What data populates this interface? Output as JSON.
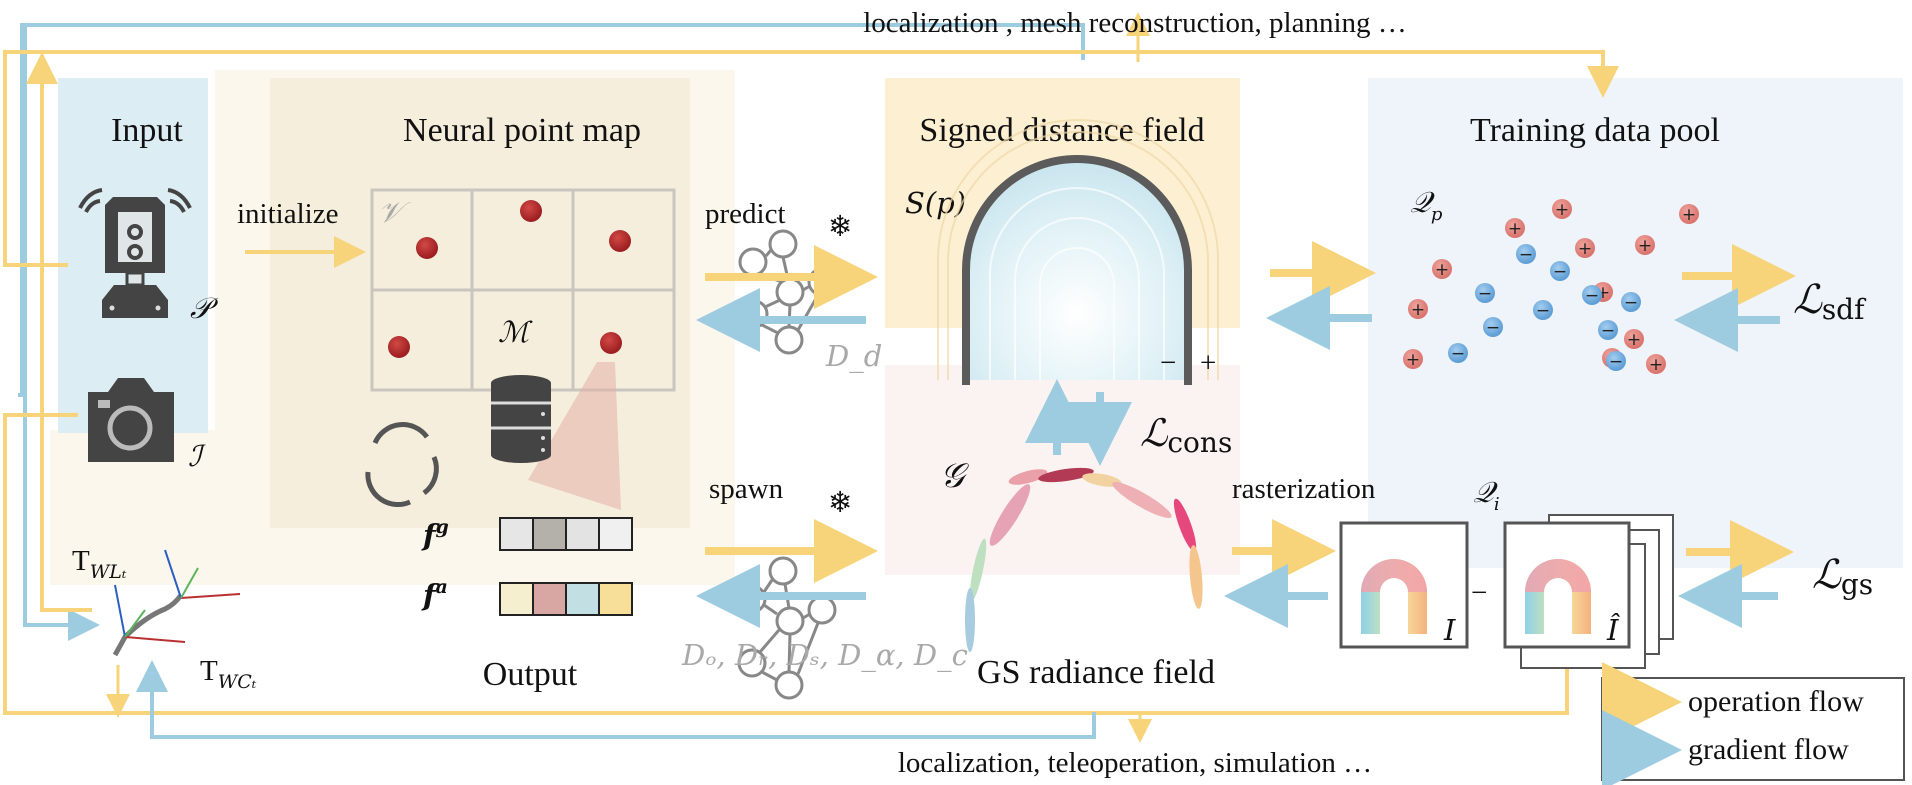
{
  "colors": {
    "operation_flow": "#f7d37a",
    "gradient_flow": "#9dcbe0",
    "input_panel": "#dcedf4",
    "map_panel": "#f6eedc",
    "sdf_panel": "#fdf0d2",
    "gs_panel": "#fbf3f1",
    "pool_panel": "#eef4f9",
    "neural_point": "#b02a2a",
    "positive_sample": "#e08a84",
    "negative_sample": "#7eb4e2",
    "icon_dark": "#444444"
  },
  "top_outputs": "localization , mesh reconstruction, planning …",
  "bottom_outputs": "localization, teleoperation, simulation …",
  "input": {
    "title": "Input",
    "lidar_symbol": "𝒫",
    "camera_symbol": "ℐ",
    "pose_lidar": "T",
    "pose_lidar_sub": "WLₜ",
    "pose_camera": "T",
    "pose_camera_sub": "WCₜ"
  },
  "neural_point_map": {
    "title": "Neural point map",
    "initialize_label": "initialize",
    "voxel_symbol": "𝒱",
    "map_symbol": "ℳ",
    "feature_geometric": "f",
    "feature_geometric_sup": "g",
    "feature_appearance": "f",
    "feature_appearance_sup": "a",
    "feature_g_cells": [
      "#e6e6e6",
      "#b4b0aa",
      "#e3e3e3",
      "#f0f0f0"
    ],
    "feature_a_cells": [
      "#f6efcf",
      "#d8a7a3",
      "#c2dfe3",
      "#f7df99"
    ],
    "output_label": "Output"
  },
  "decoders": {
    "predict_label": "predict",
    "sdf_decoder_label": "D_d",
    "spawn_label": "spawn",
    "gs_decoder_labels": "Dₒ, Dᵣ, Dₛ, D_α, D_c"
  },
  "sdf": {
    "title": "Signed distance field",
    "function_label": "S(p)",
    "inside_sign": "−",
    "outside_sign": "+"
  },
  "consistency_loss": {
    "symbol": "ℒ",
    "sub": "cons"
  },
  "gs": {
    "title": "GS radiance field",
    "symbol": "𝒢",
    "rasterization_label": "rasterization"
  },
  "training_pool": {
    "title": "Training data pool",
    "point_samples_symbol": "𝒬",
    "point_samples_sub": "p",
    "image_samples_symbol": "𝒬",
    "image_samples_sub": "i",
    "positive_glyph": "+",
    "negative_glyph": "−",
    "rendered_label": "I",
    "gt_label": "Î",
    "minus": "−"
  },
  "losses": {
    "sdf": {
      "symbol": "ℒ",
      "sub": "sdf"
    },
    "gs": {
      "symbol": "ℒ",
      "sub": "gs"
    }
  },
  "legend": {
    "items": [
      {
        "label": "operation flow",
        "kind": "operation"
      },
      {
        "label": "gradient flow",
        "kind": "gradient"
      }
    ]
  }
}
